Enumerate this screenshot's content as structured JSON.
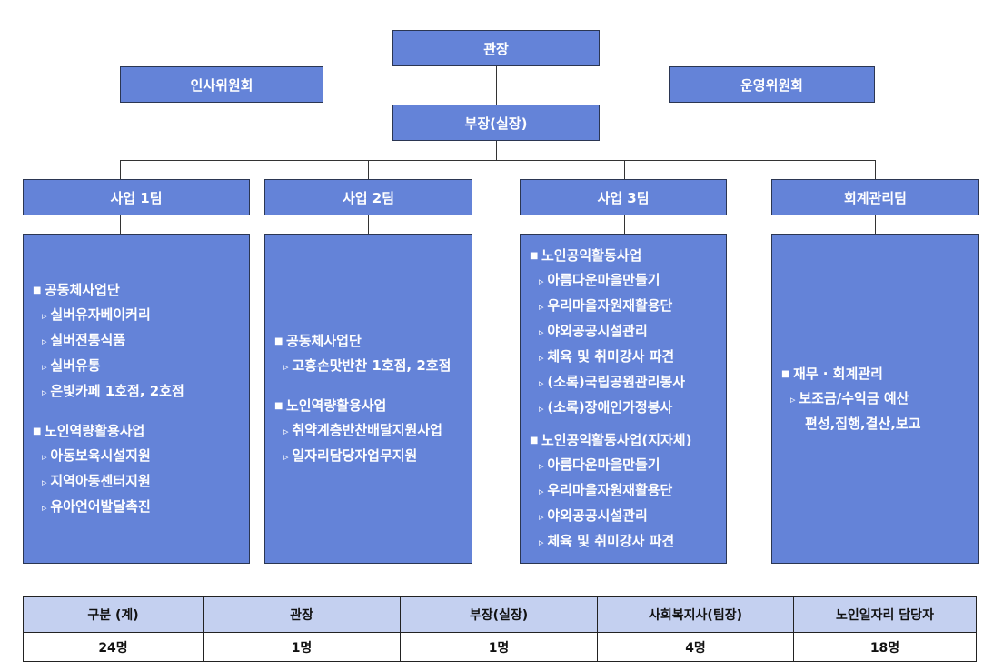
{
  "director": "관장",
  "committees": [
    "인사위원회",
    "운영위원회"
  ],
  "deputy": "부장(실장)",
  "teams": [
    {
      "name": "사업 1팀",
      "groups": [
        {
          "title": "공동체사업단",
          "items": [
            "실버유자베이커리",
            "실버전통식품",
            "실버유통",
            "은빛카페 1호점, 2호점"
          ]
        },
        {
          "title": "노인역량활용사업",
          "items": [
            "아동보육시설지원",
            "지역아동센터지원",
            "유아언어발달촉진"
          ]
        }
      ]
    },
    {
      "name": "사업 2팀",
      "groups": [
        {
          "title": "공동체사업단",
          "items": [
            "고흥손맛반찬 1호점, 2호점"
          ]
        },
        {
          "title": "노인역량활용사업",
          "items": [
            "취약계층반찬배달지원사업",
            "일자리담당자업무지원"
          ]
        }
      ]
    },
    {
      "name": "사업 3팀",
      "groups": [
        {
          "title": "노인공익활동사업",
          "items": [
            "아름다운마을만들기",
            "우리마을자원재활용단",
            "야외공공시설관리",
            "체육 및 취미강사 파견",
            "(소록)국립공원관리봉사",
            "(소록)장애인가정봉사"
          ]
        },
        {
          "title": "노인공익활동사업(지자체)",
          "items": [
            "아름다운마을만들기",
            "우리마을자원재활용단",
            "야외공공시설관리",
            "체육 및 취미강사 파견"
          ]
        }
      ]
    },
    {
      "name": "회계관리팀",
      "groups": [
        {
          "title": "재무 · 회계관리",
          "items": [
            "보조금/수익금 예산"
          ],
          "continuation": "편성,집행,결산,보고"
        }
      ]
    }
  ],
  "staff_table": {
    "headers": [
      "구분 (계)",
      "관장",
      "부장(실장)",
      "사회복지사(팀장)",
      "노인일자리 담당자"
    ],
    "values": [
      "24명",
      "1명",
      "1명",
      "4명",
      "18명"
    ]
  },
  "colors": {
    "box": "#6483d8",
    "border": "#2b3652",
    "table_header": "#c4d0f0"
  }
}
